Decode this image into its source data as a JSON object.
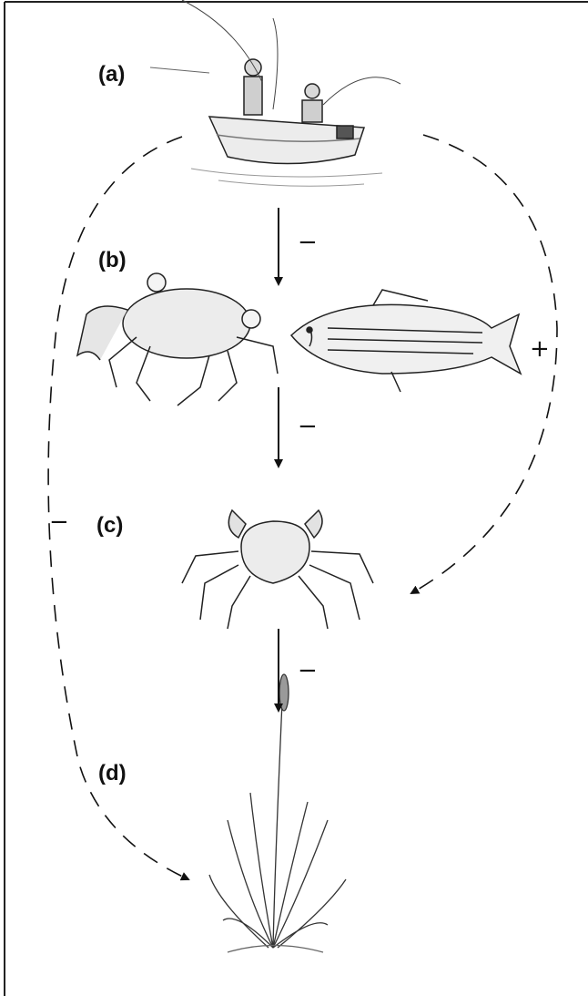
{
  "stages": [
    {
      "label": "(a)",
      "icon": "fishermen-boat-icon"
    },
    {
      "label": "(b)",
      "icon": "blue-crab-and-striped-bass-icon"
    },
    {
      "label": "(c)",
      "icon": "marsh-crab-icon"
    },
    {
      "label": "(d)",
      "icon": "cordgrass-icon"
    }
  ],
  "effects": {
    "a_to_b": "−",
    "b_to_c": "−",
    "c_to_d": "−",
    "a_to_c_indirect": "+",
    "a_to_d_indirect": "−"
  }
}
